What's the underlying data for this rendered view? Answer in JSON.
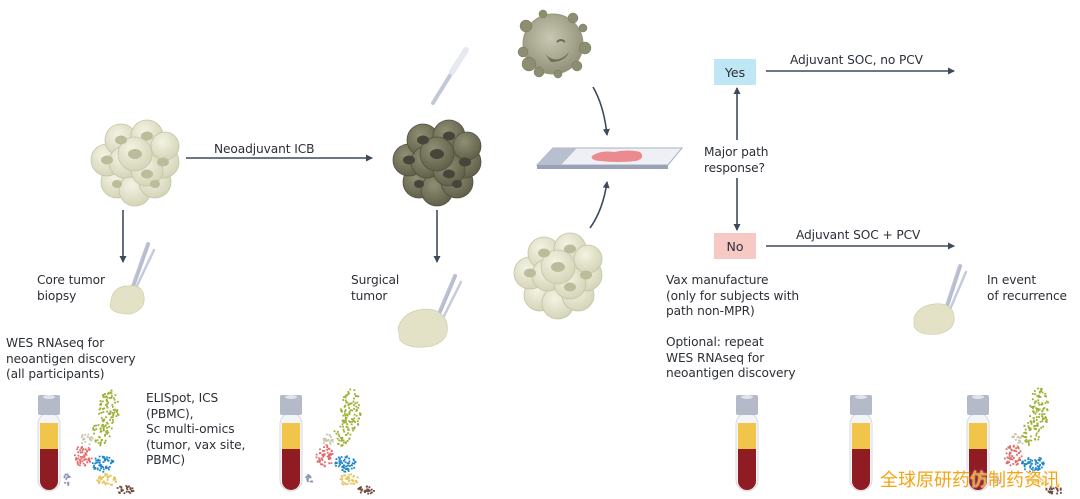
{
  "diagram": {
    "flow_labels": {
      "neoadjuvant": "Neoadjuvant ICB",
      "yes_branch": "Adjuvant SOC, no PCV",
      "no_branch": "Adjuvant SOC + PCV"
    },
    "decision": {
      "question": "Major path\nresponse?",
      "yes_label": "Yes",
      "no_label": "No"
    },
    "steps": {
      "core_biopsy": "Core tumor\nbiopsy",
      "wes_all": "WES RNAseq for\nneoantigen discovery\n(all participants)",
      "assays": "ELISpot, ICS\n(PBMC),\nSc multi-omics\n(tumor, vax site,\nPBMC)",
      "surgical": "Surgical\ntumor",
      "vax": "Vax manufacture\n(only for subjects with\npath non-MPR)\n\nOptional: repeat\nWES RNAseq for\nneoantigen discovery",
      "recurrence": "In event\nof recurrence"
    },
    "colors": {
      "arrow": "#3d4a5c",
      "yes_box": "#bfe6f5",
      "no_box": "#f6c9c4",
      "tumor_light": "#e3e3cc",
      "tumor_dark": "#6f6f58",
      "plasma": "#f0c54a",
      "blood": "#8e1c22",
      "watermark": "#f5a312"
    },
    "watermark": "全球原研药仿制药资讯"
  }
}
